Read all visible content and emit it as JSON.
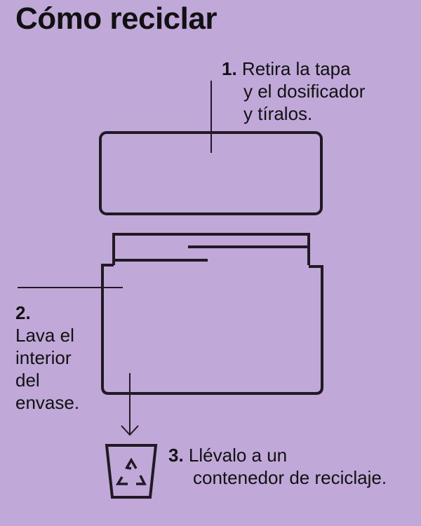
{
  "title": "Cómo reciclar",
  "steps": [
    {
      "number": "1.",
      "lines": [
        "Retira la tapa",
        "y el dosificador",
        "y tíralos."
      ]
    },
    {
      "number": "2.",
      "lines": [
        "Lava el",
        "interior",
        "del",
        "envase."
      ]
    },
    {
      "number": "3.",
      "lines": [
        "Llévalo a un",
        "contenedor de reciclaje."
      ]
    }
  ],
  "colors": {
    "background": "#c0a8d8",
    "ink": "#221a22"
  }
}
